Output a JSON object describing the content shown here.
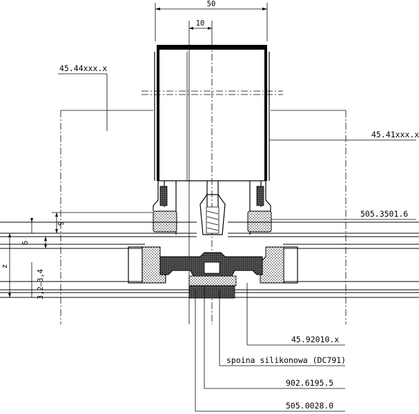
{
  "dimensions": {
    "top_width": "50",
    "top_offset": "10",
    "side_9": "9",
    "side_6": "6",
    "side_z": "z",
    "side_range": "3,2–3,4"
  },
  "labels": {
    "upper_left": "45.44xxx.x",
    "upper_right": "45.41xxx.x",
    "mid_right": "505.3501.6",
    "bottom_1": "45.92010.x",
    "bottom_2": "spoina silikonowa (DC791)",
    "bottom_3": "902.6195.5",
    "bottom_4": "505.0028.0"
  }
}
